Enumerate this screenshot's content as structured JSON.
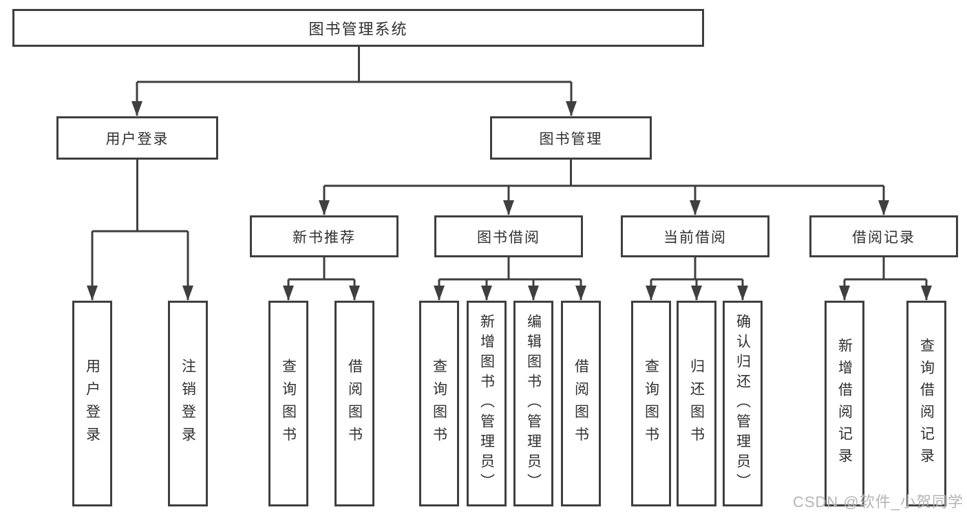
{
  "colors": {
    "line": "#3f3f3f",
    "box_border": "#3f3f3f",
    "text": "#303030",
    "watermark": "#b5b5b5",
    "background": "#ffffff"
  },
  "watermark": {
    "text": "CSDN @软件_小贺同学"
  },
  "tree": {
    "label": "图书管理系统",
    "children": [
      {
        "label": "用户登录",
        "children": [
          {
            "label": "用户登录"
          },
          {
            "label": "注销登录"
          }
        ]
      },
      {
        "label": "图书管理",
        "children": [
          {
            "label": "新书推荐",
            "children": [
              {
                "label": "查询图书"
              },
              {
                "label": "借阅图书"
              }
            ]
          },
          {
            "label": "图书借阅",
            "children": [
              {
                "label": "查询图书"
              },
              {
                "label": "新增图书（管理员）"
              },
              {
                "label": "编辑图书（管理员）"
              },
              {
                "label": "借阅图书"
              }
            ]
          },
          {
            "label": "当前借阅",
            "children": [
              {
                "label": "查询图书"
              },
              {
                "label": "归还图书"
              },
              {
                "label": "确认归还（管理员）"
              }
            ]
          },
          {
            "label": "借阅记录",
            "children": [
              {
                "label": "新增借阅记录"
              },
              {
                "label": "查询借阅记录"
              }
            ]
          }
        ]
      }
    ]
  }
}
